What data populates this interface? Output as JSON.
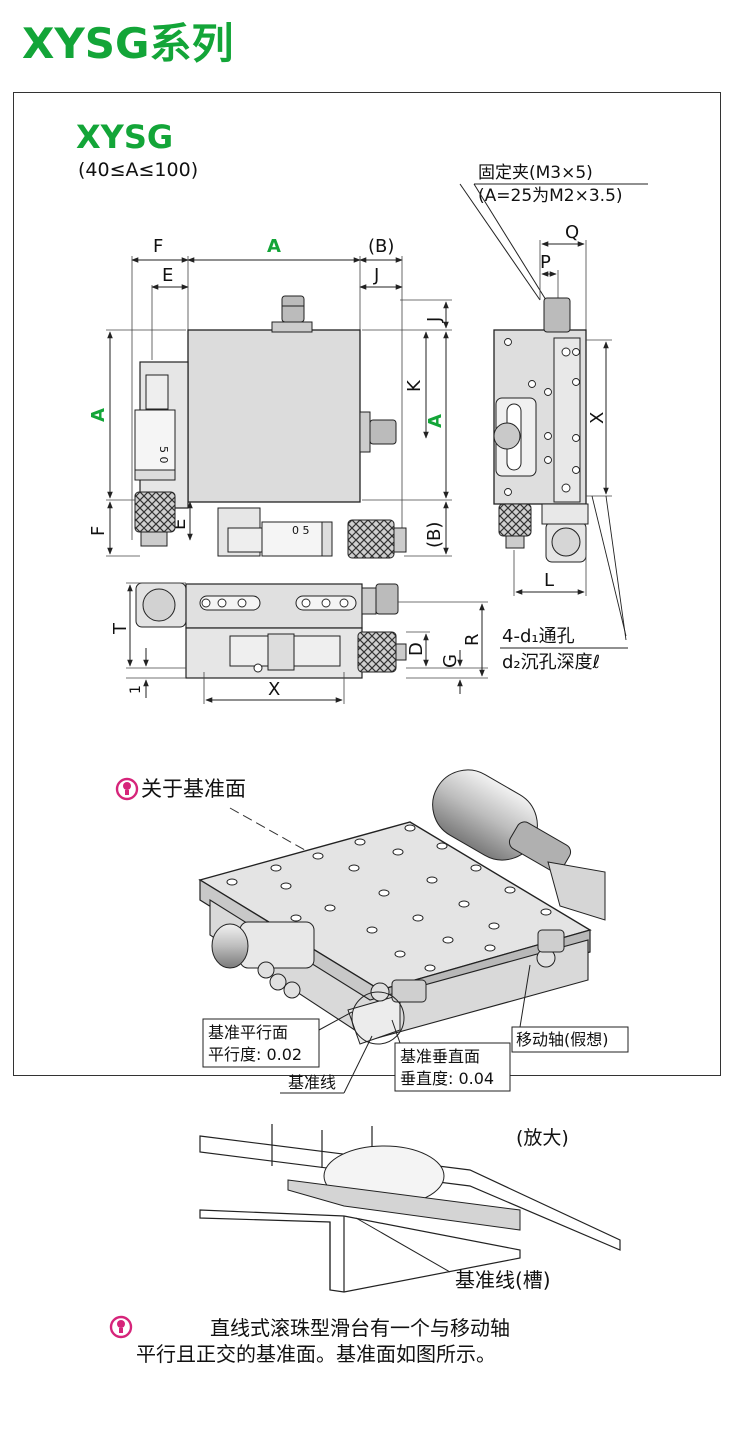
{
  "page_title": "XYSG系列",
  "series": {
    "name": "XYSG",
    "range": "(40≤A≤100)"
  },
  "colors": {
    "accent": "#13a538",
    "line": "#222222",
    "body": "#d8d8d8",
    "icon": "#d6247a"
  },
  "drawing": {
    "clamp_note_1": "固定夹(M3×5)",
    "clamp_note_2": "(A=25为M2×3.5)",
    "dims": {
      "F": "F",
      "E": "E",
      "A": "A",
      "B": "(B)",
      "J": "J",
      "K": "K",
      "Q": "Q",
      "P": "P",
      "X": "X",
      "L": "L",
      "T": "T",
      "R": "R",
      "D": "D",
      "G": "G",
      "one": "1"
    },
    "micrometer_scale": "0 5",
    "micrometer_scale_v": "5 0",
    "hole_note_1": "4-d₁通孔",
    "hole_note_2": "d₂沉孔深度ℓ"
  },
  "reference": {
    "heading": "关于基准面",
    "ref_parallel_1": "基准平行面",
    "ref_parallel_2": "平行度: 0.02",
    "axis_label": "移动轴(假想)",
    "ref_line": "基准线",
    "ref_vertical_1": "基准垂直面",
    "ref_vertical_2": "垂直度: 0.04",
    "enlarge": "(放大)",
    "ref_line_groove": "基准线(槽)",
    "note_1": "直线式滚珠型滑台有一个与移动轴",
    "note_2": "平行且正交的基准面。基准面如图所示。"
  }
}
